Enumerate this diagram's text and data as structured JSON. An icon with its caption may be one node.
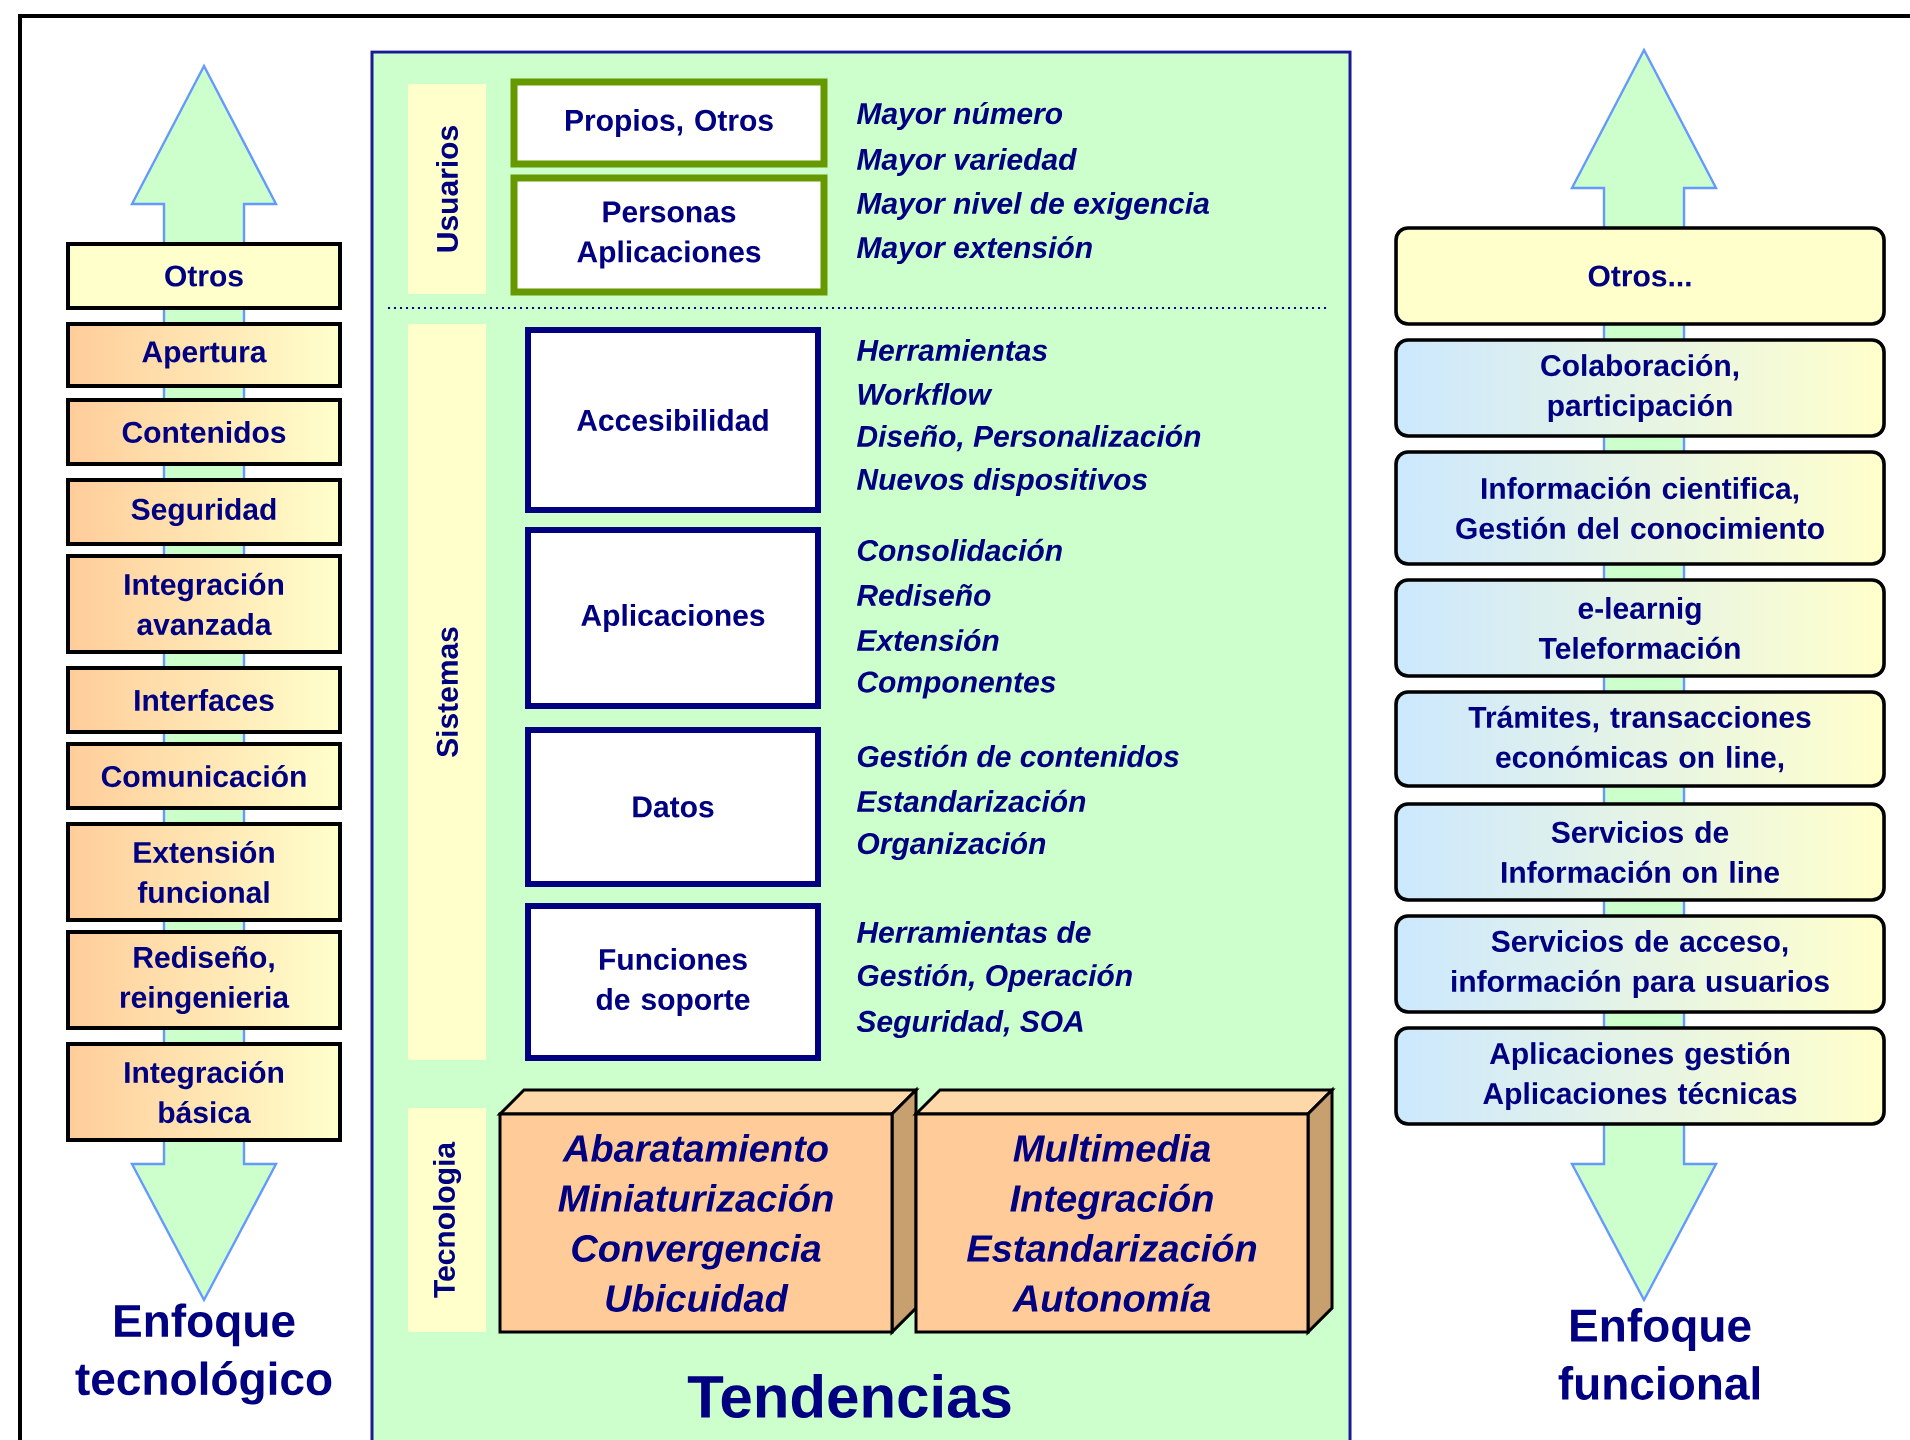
{
  "diagram": {
    "nodes": [
      {
        "text": [
          "Otros"
        ]
      },
      {
        "text": [
          "Apertura"
        ]
      },
      {
        "text": [
          "Contenidos"
        ]
      },
      {
        "text": [
          "Seguridad"
        ]
      },
      {
        "text": [
          "Integración avanzada"
        ]
      },
      {
        "text": [
          "Interfaces"
        ]
      },
      {
        "text": [
          "Comunicación"
        ]
      },
      {
        "text": [
          "Extensión funcional"
        ]
      },
      {
        "text": [
          "Rediseño, reingenieria"
        ]
      },
      {
        "text": [
          "Integración básica"
        ]
      },
      {
        "text": [
          "Tendencias"
        ]
      },
      {
        "text": [
          "Usuarios"
        ],
        "in": 10
      },
      {
        "text": [
          "Propios, Otros"
        ],
        "in": 10
      },
      {
        "text": [
          "Personas Aplicaciones"
        ],
        "in": 10
      },
      {
        "text": [
          "Sistemas"
        ],
        "in": 10
      },
      {
        "text": [
          "Accesibilidad"
        ],
        "in": 10,
        "beside": [
          "Herramientas",
          "Workflow",
          "Diseño, Personalización",
          "Nuevos dispositivos"
        ]
      },
      {
        "text": [
          "Aplicaciones"
        ],
        "in": 10,
        "beside": [
          "Consolidación",
          "Rediseño",
          "Extensión",
          "Componentes"
        ]
      },
      {
        "text": [
          "Datos"
        ],
        "in": 10,
        "beside": [
          "Gestión de contenidos",
          "Estandarización",
          "Organización"
        ]
      },
      {
        "text": [
          "Funciones de soporte"
        ],
        "in": 10,
        "beside": [
          "Herramientas de",
          "Gestión, Operación",
          "Seguridad, SOA"
        ]
      },
      {
        "text": [
          "Tecnologia"
        ],
        "in": 10
      },
      {
        "text": [
          "Abaratamiento",
          "Miniaturización",
          "Convergencia",
          "Ubicuidad"
        ],
        "in": 10
      },
      {
        "text": [
          "Multimedia",
          "Integración",
          "Estandarización",
          "Autonomía"
        ],
        "in": 10
      },
      {
        "text": [
          "Otros..."
        ]
      },
      {
        "text": [
          "Colaboración, participación"
        ]
      },
      {
        "text": [
          "Información cientifica, Gestión del conocimiento"
        ]
      },
      {
        "text": [
          "e-learnig Teleformación"
        ]
      },
      {
        "text": [
          "Trámites, transacciones económicas on line,"
        ]
      },
      {
        "text": [
          "Servicios de Información on line"
        ]
      },
      {
        "text": [
          "Servicios de acceso, información para usuarios"
        ]
      },
      {
        "text": [
          "Aplicaciones gestión Aplicaciones técnicas"
        ]
      }
    ],
    "labels": [
      "Mayor número",
      "Mayor variedad",
      "Mayor nivel de exigencia",
      "Mayor extensión",
      "Enfoque tecnológico",
      "Enfoque funcional"
    ]
  }
}
